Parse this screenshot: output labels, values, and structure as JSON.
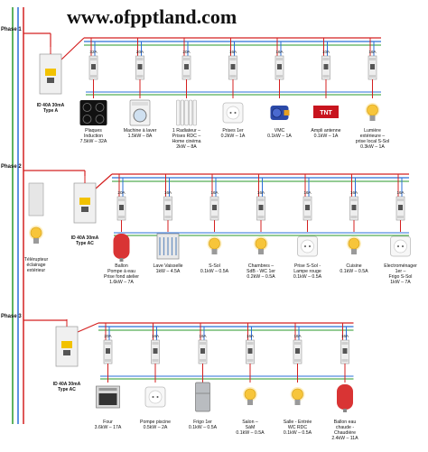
{
  "header": {
    "site_title": "www.ofpptland.com"
  },
  "colors": {
    "phase_wire": "#d42020",
    "neutral_wire": "#2a6fd8",
    "earth_wire": "#2a9a2a",
    "breaker_body": "#eeeeee"
  },
  "rows": [
    {
      "phase_label": "Phase 1",
      "rcd": {
        "label_line1": "ID 40A 30mA",
        "label_line2": "Type A"
      },
      "extra_device": null,
      "breakers": [
        {
          "rating": "32A",
          "label_lines": [
            "Plaques",
            "Induction",
            "7.5kW – 32A"
          ],
          "icon": "induction-hob-icon"
        },
        {
          "rating": "20A",
          "label_lines": [
            "Machine à laver",
            "1.5kW – 8A"
          ],
          "icon": "washing-machine-icon"
        },
        {
          "rating": "20A",
          "label_lines": [
            "1 Radiateur –",
            "Prises RDC –",
            "Home cinéma",
            "2kW – 8A"
          ],
          "icon": "radiator-icon"
        },
        {
          "rating": "16A",
          "label_lines": [
            "Prises 1er",
            "0.2kW – 1A"
          ],
          "icon": "socket-icon"
        },
        {
          "rating": "16A",
          "label_lines": [
            "VMC",
            "0.1kW – 1A"
          ],
          "icon": "vmc-fan-icon"
        },
        {
          "rating": "10A",
          "label_lines": [
            "Ampli antenne",
            "0.1kW – 1A"
          ],
          "icon": "antenna-amplifier-icon"
        },
        {
          "rating": "16A",
          "label_lines": [
            "Lumière",
            "extérieure –",
            "prise local S-Sol",
            "0.3kW – 1A"
          ],
          "icon": "light-bulb-icon"
        }
      ]
    },
    {
      "phase_label": "Phase 2",
      "rcd": {
        "label_line1": "ID 40A 30mA",
        "label_line2": "Type AC"
      },
      "extra_device": {
        "label_lines": [
          "Télérupteur",
          "éclairage",
          "extérieur"
        ],
        "icon": "light-bulb-icon"
      },
      "breakers": [
        {
          "rating": "20A",
          "label_lines": [
            "Ballon",
            "Pompe à eau",
            "Prise fond atelier",
            "1.6kW – 7A"
          ],
          "icon": "water-heater-icon"
        },
        {
          "rating": "16A",
          "label_lines": [
            "Lave Vaisselle",
            "1kW – 4.5A"
          ],
          "icon": "dishwasher-icon"
        },
        {
          "rating": "16A",
          "label_lines": [
            "S-Sol",
            "0.1kW – 0.5A"
          ],
          "icon": "light-bulb-icon"
        },
        {
          "rating": "16A",
          "label_lines": [
            "Chambres –",
            "SdB - WC 1er",
            "0.2kW – 0.5A"
          ],
          "icon": "light-bulb-icon"
        },
        {
          "rating": "16A",
          "label_lines": [
            "Prise S-Sol -",
            "Lampe rouge",
            "0.1kW – 0.5A"
          ],
          "icon": "socket-icon"
        },
        {
          "rating": "16A",
          "label_lines": [
            "Cuisine",
            "0.1kW – 0.5A"
          ],
          "icon": "light-bulb-icon"
        },
        {
          "rating": "16A",
          "label_lines": [
            "Electroménager",
            "1er –",
            "Frigo S-Sol",
            "1kW – 7A"
          ],
          "icon": "socket-icon"
        }
      ]
    },
    {
      "phase_label": "Phase 3",
      "rcd": {
        "label_line1": "ID 40A 30mA",
        "label_line2": "Type AC"
      },
      "extra_device": null,
      "breakers": [
        {
          "rating": "20A",
          "label_lines": [
            "Four",
            "3.6kW – 17A"
          ],
          "icon": "oven-icon"
        },
        {
          "rating": "16A",
          "label_lines": [
            "Pompe piscine",
            "0.5kW – 2A"
          ],
          "icon": "socket-icon"
        },
        {
          "rating": "16A",
          "label_lines": [
            "Frigo 1er",
            "0.1kW – 0.5A"
          ],
          "icon": "fridge-icon"
        },
        {
          "rating": "16A",
          "label_lines": [
            "Salon –",
            "SàM",
            "0.1kW – 0.5A"
          ],
          "icon": "light-bulb-icon"
        },
        {
          "rating": "16A",
          "label_lines": [
            "Salle - Entrée",
            "WC RDC",
            "0.1kW – 0.5A"
          ],
          "icon": "light-bulb-icon"
        },
        {
          "rating": "16A",
          "label_lines": [
            "Ballon eau",
            "chaude -",
            "Chaudière",
            "2.4kW – 11A"
          ],
          "icon": "water-heater-icon"
        }
      ]
    }
  ]
}
